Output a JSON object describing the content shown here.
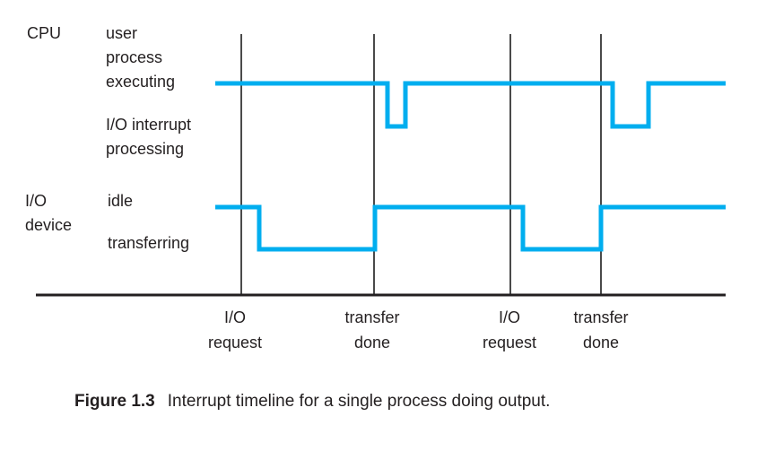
{
  "figure": {
    "caption_label": "Figure 1.3",
    "caption_text": "Interrupt timeline for a single process doing output."
  },
  "diagram": {
    "cpu": {
      "label": "CPU",
      "executing_lines": [
        "user",
        "process",
        "executing"
      ],
      "interrupt_lines": [
        "I/O interrupt",
        "processing"
      ]
    },
    "io_device": {
      "label_lines": [
        "I/O",
        "device"
      ],
      "idle_label": "idle",
      "transferring_label": "transferring"
    }
  },
  "axis_events": [
    {
      "x": 262,
      "lines": [
        "I/O",
        "request"
      ]
    },
    {
      "x": 415,
      "lines": [
        "transfer",
        "done"
      ]
    },
    {
      "x": 568,
      "lines": [
        "I/O",
        "request"
      ]
    },
    {
      "x": 670,
      "lines": [
        "transfer",
        "done"
      ]
    }
  ],
  "colors": {
    "signal_line": "#00AEEF",
    "event_line": "#4a4a4a",
    "axis_line": "#231F20",
    "text": "#231F20",
    "background": "#ffffff"
  },
  "chart_data": {
    "type": "line",
    "title": "Interrupt timeline for a single process doing output",
    "x_unit": "time",
    "series": [
      {
        "name": "CPU",
        "high_state": "user process executing",
        "low_state": "I/O interrupt processing",
        "high_y": 93,
        "low_y": 141,
        "points": [
          [
            240,
            93
          ],
          [
            432,
            93
          ],
          [
            432,
            141
          ],
          [
            452,
            141
          ],
          [
            452,
            93
          ],
          [
            683,
            93
          ],
          [
            683,
            141
          ],
          [
            723,
            141
          ],
          [
            723,
            93
          ],
          [
            809,
            93
          ]
        ]
      },
      {
        "name": "I/O device",
        "high_state": "idle",
        "low_state": "transferring",
        "high_y": 231,
        "low_y": 278,
        "points": [
          [
            240,
            231
          ],
          [
            289,
            231
          ],
          [
            289,
            278
          ],
          [
            418,
            278
          ],
          [
            418,
            231
          ],
          [
            583,
            231
          ],
          [
            583,
            278
          ],
          [
            670,
            278
          ],
          [
            670,
            231
          ],
          [
            809,
            231
          ]
        ]
      }
    ],
    "event_lines_x": [
      269,
      417,
      569,
      670
    ],
    "event_line_y_range": [
      38,
      330
    ],
    "baseline": {
      "x1": 40,
      "x2": 809,
      "y": 329
    }
  }
}
